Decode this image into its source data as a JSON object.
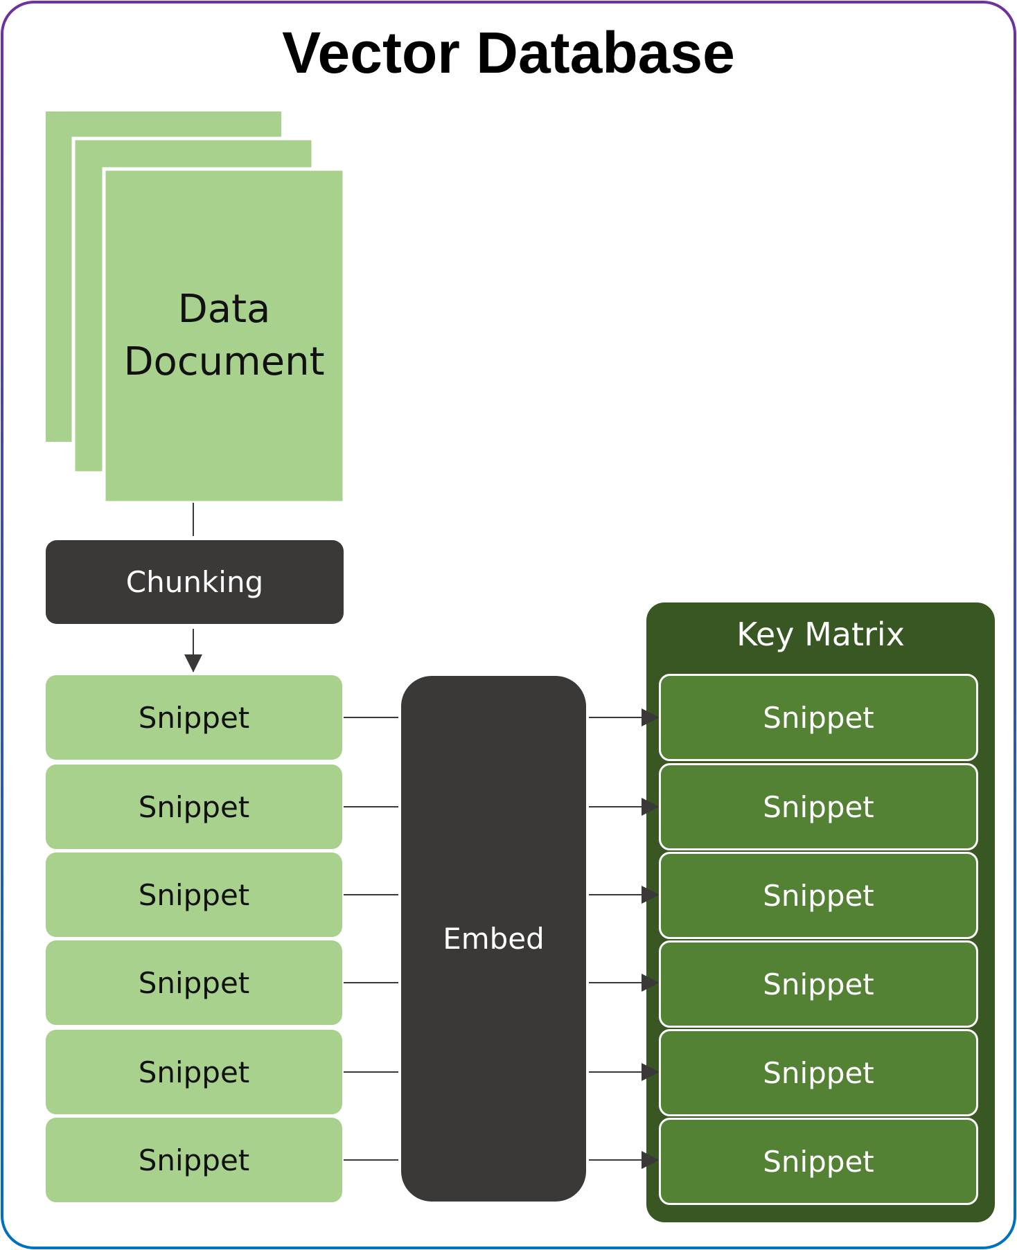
{
  "title": "Vector Database",
  "data_document": {
    "label": "Data\nDocument"
  },
  "chunking": {
    "label": "Chunking"
  },
  "embed": {
    "label": "Embed"
  },
  "key_matrix": {
    "label": "Key Matrix"
  },
  "snippets_left": [
    "Snippet",
    "Snippet",
    "Snippet",
    "Snippet",
    "Snippet",
    "Snippet"
  ],
  "snippets_right": [
    "Snippet",
    "Snippet",
    "Snippet",
    "Snippet",
    "Snippet",
    "Snippet"
  ],
  "colors": {
    "light_green": "#a9d18e",
    "mid_green": "#548235",
    "dark_green": "#385723",
    "dark_gray": "#3a3938",
    "border_top": "#7030a0",
    "border_bottom": "#0070c0"
  }
}
